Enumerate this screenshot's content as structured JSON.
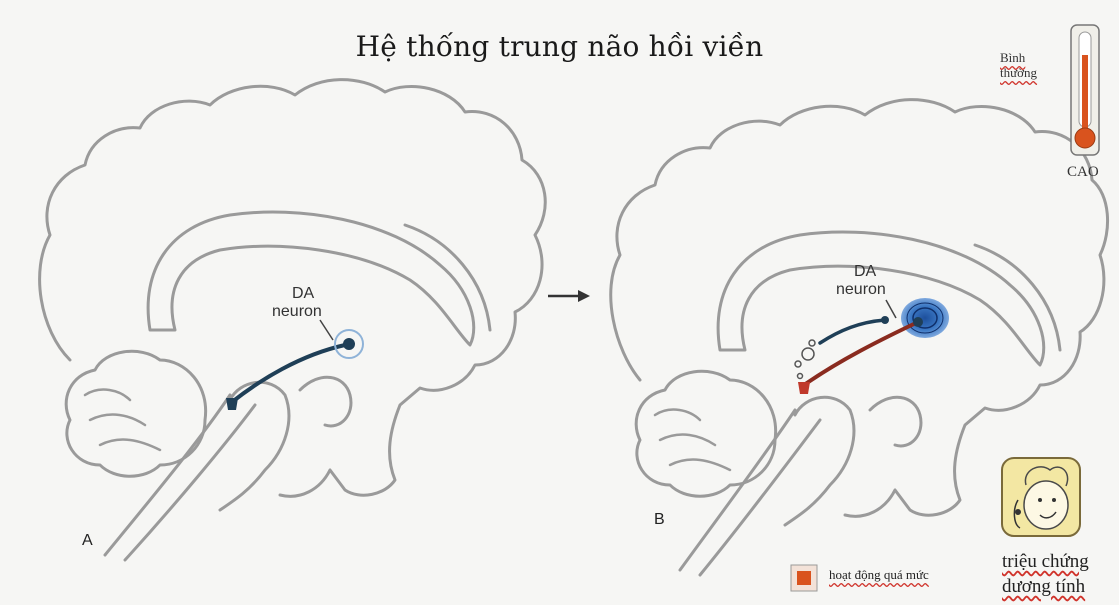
{
  "title": "Hệ thống trung não hồi viền",
  "thermometer": {
    "top_label": "Bình thường",
    "bottom_label": "CAO",
    "level_color": "#d9531e"
  },
  "panel_a": {
    "label": "A",
    "neuron_label_1": "DA",
    "neuron_label_2": "neuron"
  },
  "panel_b": {
    "label": "B",
    "neuron_label_1": "DA",
    "neuron_label_2": "neuron"
  },
  "legend": {
    "overactive_label": "hoạt động quá mức",
    "overactive_color": "#d9531e"
  },
  "symptom": {
    "line1": "triệu chứng",
    "line2": "dương tính"
  },
  "colors": {
    "outline": "#9a9a9a",
    "pathway_normal": "#1f3f57",
    "pathway_active": "#8a2b1f",
    "glow": "#3b78c4"
  }
}
